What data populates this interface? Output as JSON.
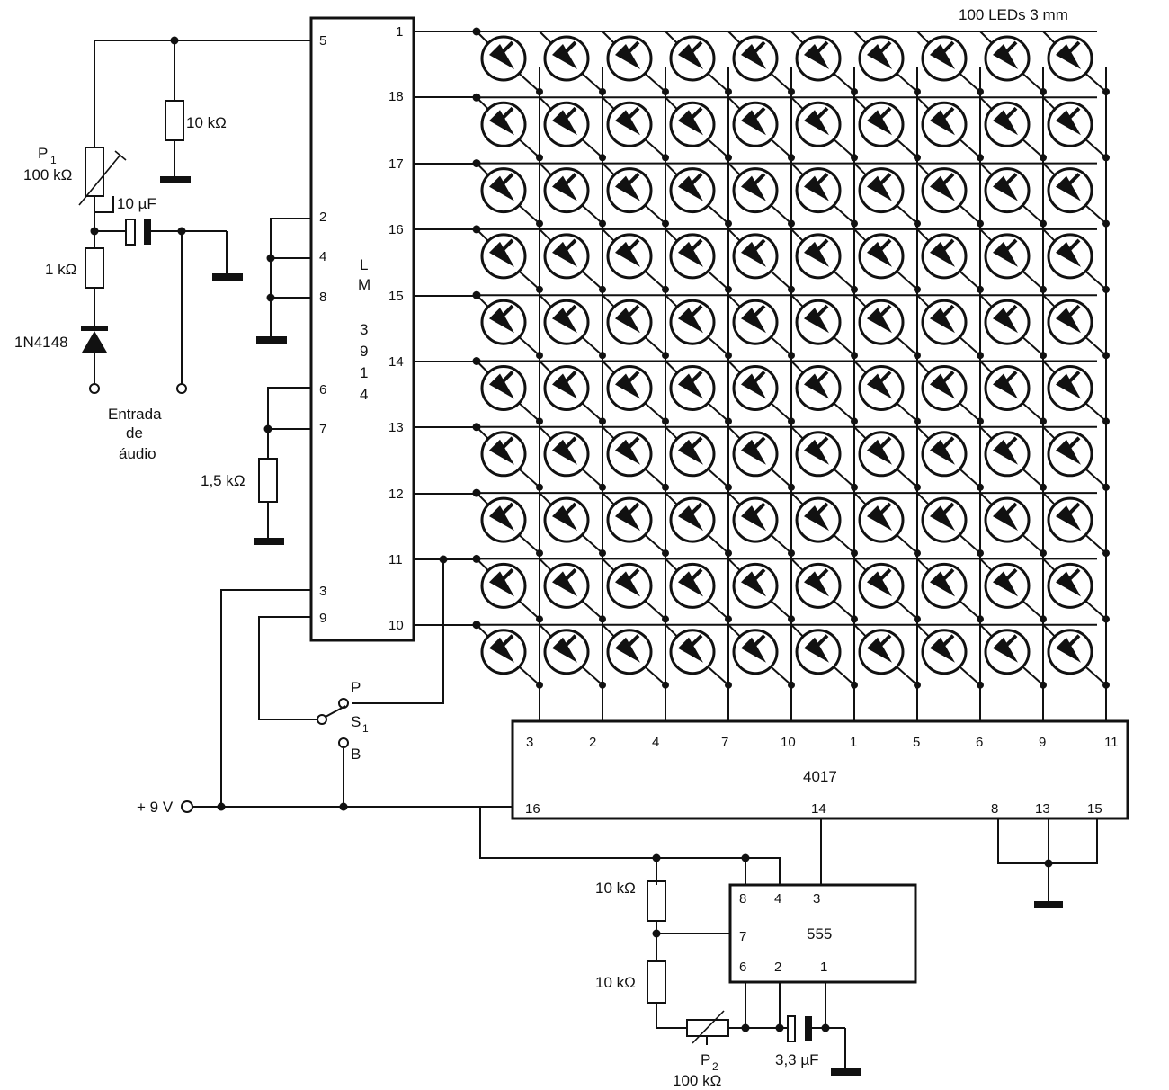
{
  "lm3914": {
    "name_letters": [
      "L",
      "M",
      "3",
      "9",
      "1",
      "4"
    ],
    "left_pins": [
      "5",
      "2",
      "4",
      "8",
      "6",
      "7",
      "3",
      "9"
    ],
    "right_pins": [
      "1",
      "18",
      "17",
      "16",
      "15",
      "14",
      "13",
      "12",
      "11",
      "10"
    ]
  },
  "ic4017": {
    "name": "4017",
    "top_pins": [
      "3",
      "2",
      "4",
      "7",
      "10",
      "1",
      "5",
      "6",
      "9",
      "11"
    ],
    "bottom_pins": [
      "16",
      "14",
      "8",
      "13",
      "15"
    ]
  },
  "ic555": {
    "name": "555",
    "top_pins": [
      "8",
      "4",
      "3"
    ],
    "left_pin": "7",
    "bottom_pins": [
      "6",
      "2",
      "1"
    ]
  },
  "led_matrix": {
    "title": "100 LEDs 3 mm",
    "rows": 10,
    "cols": 10
  },
  "components": {
    "r_10k_top": "10 kΩ",
    "p1_name": "P",
    "p1_sub": "1",
    "p1_value": "100 kΩ",
    "c_10uf": "10 µF",
    "r_1k": "1 kΩ",
    "diode": "1N4148",
    "r_1_5k": "1,5 kΩ",
    "r_10k_a": "10 kΩ",
    "r_10k_b": "10 kΩ",
    "p2_name": "P",
    "p2_sub": "2",
    "p2_value": "100 kΩ",
    "c_3_3uf": "3,3 µF"
  },
  "audio_input": [
    "Entrada",
    "de",
    "áudio"
  ],
  "switch": {
    "name": "S",
    "sub": "1",
    "pos_p": "P",
    "pos_b": "B"
  },
  "supply": "+ 9 V"
}
